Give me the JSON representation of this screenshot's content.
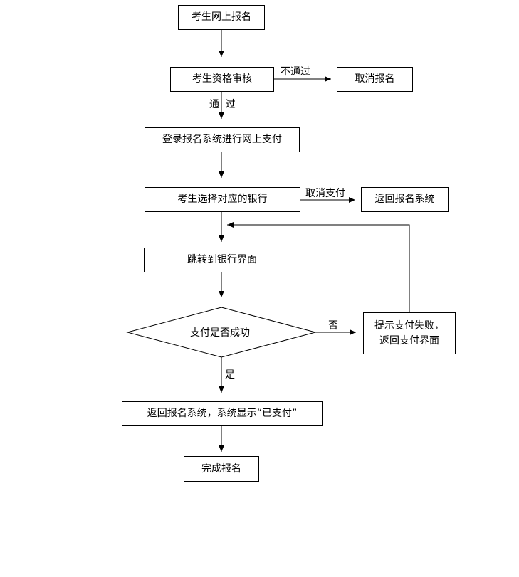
{
  "nodes": {
    "online_signup": "考生网上报名",
    "qualification_review": "考生资格审核",
    "cancel_signup": "取消报名",
    "login_pay": "登录报名系统进行网上支付",
    "choose_bank": "考生选择对应的银行",
    "return_system": "返回报名系统",
    "jump_bank": "跳转到银行界面",
    "pay_success_q": "支付是否成功",
    "fail_line1": "提示支付失败，",
    "fail_line2": "返回支付界面",
    "return_paid": "返回报名系统，系统显示“已支付”",
    "complete": "完成报名"
  },
  "edges": {
    "not_pass": "不通过",
    "pass": "通  过",
    "cancel_pay": "取消支付",
    "no": "否",
    "yes": "是"
  }
}
